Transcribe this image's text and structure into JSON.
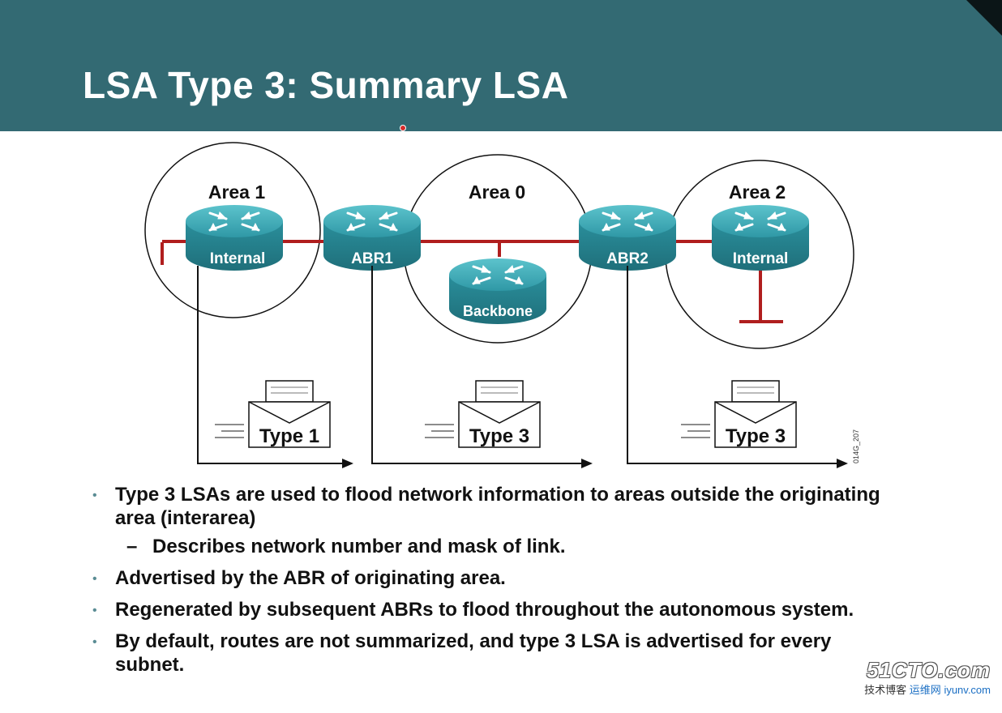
{
  "slide": {
    "title": "LSA Type 3: Summary LSA"
  },
  "diagram": {
    "areas": [
      {
        "name": "area-1",
        "label": "Area 1"
      },
      {
        "name": "area-0",
        "label": "Area 0"
      },
      {
        "name": "area-2",
        "label": "Area 2"
      }
    ],
    "routers": {
      "internal_1": "Internal",
      "abr1": "ABR1",
      "backbone": "Backbone",
      "abr2": "ABR2",
      "internal_2": "Internal"
    },
    "envelopes": [
      "Type 1",
      "Type 3",
      "Type 3"
    ],
    "figure_id": "014G_207",
    "colors": {
      "header": "#336a73",
      "link": "#b01e1e",
      "router": "#39a8b4"
    }
  },
  "bullets": [
    {
      "text": "Type 3 LSAs are used to flood network information to areas outside the originating area (interarea)"
    },
    {
      "sub": "Describes network number and mask of link."
    },
    {
      "text": "Advertised by the ABR of originating area."
    },
    {
      "text": "Regenerated by subsequent ABRs to flood throughout the autonomous system."
    },
    {
      "text": "By default, routes are not summarized, and type 3 LSA is advertised for every subnet."
    }
  ],
  "watermark": {
    "top": "51CTO.com",
    "bottom_left": "技术博客",
    "bottom_right": "运维网",
    "url": "iyunv.com"
  }
}
